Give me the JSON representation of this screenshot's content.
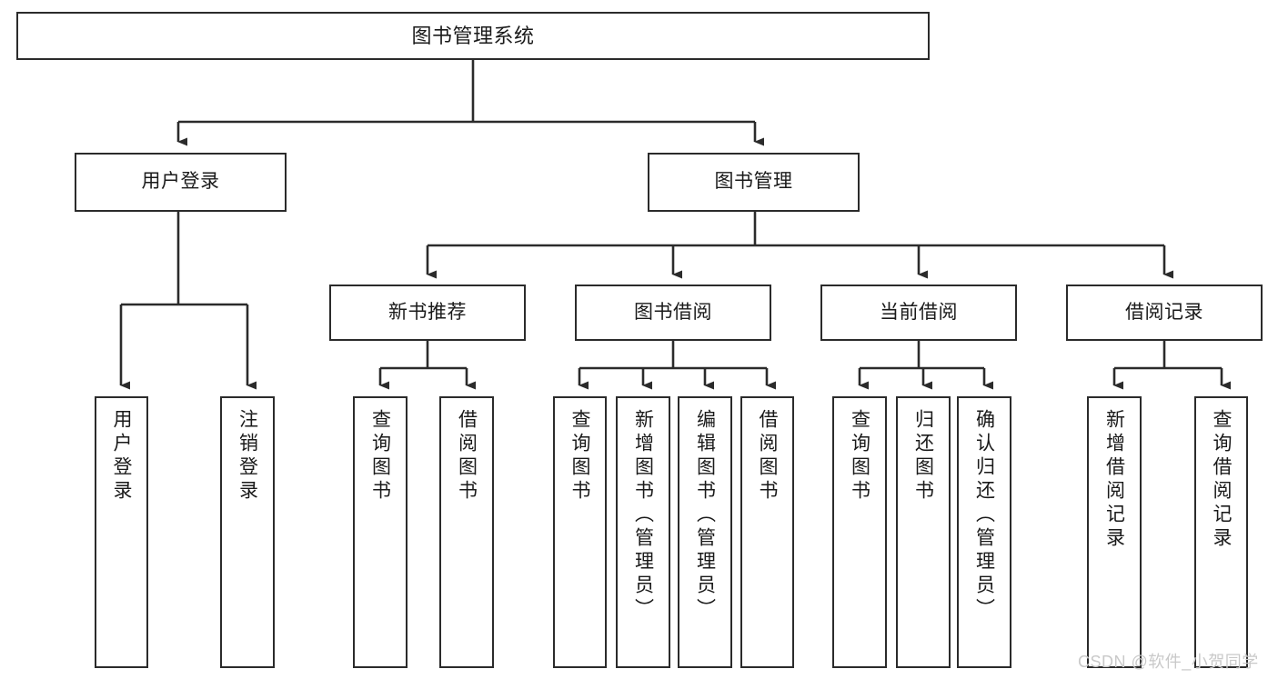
{
  "diagram": {
    "title": "图书管理系统",
    "type": "tree-hierarchy",
    "root": {
      "label": "图书管理系统"
    },
    "level2": [
      {
        "label": "用户登录"
      },
      {
        "label": "图书管理"
      }
    ],
    "level3": [
      {
        "label": "新书推荐"
      },
      {
        "label": "图书借阅"
      },
      {
        "label": "当前借阅"
      },
      {
        "label": "借阅记录"
      }
    ],
    "leaves": {
      "user_login": [
        {
          "label": "用户登录"
        },
        {
          "label": "注销登录"
        }
      ],
      "new_book_recommend": [
        {
          "label": "查询图书"
        },
        {
          "label": "借阅图书"
        }
      ],
      "book_borrow": [
        {
          "label": "查询图书"
        },
        {
          "label": "新增图书（管理员）"
        },
        {
          "label": "编辑图书（管理员）"
        },
        {
          "label": "借阅图书"
        }
      ],
      "current_borrow": [
        {
          "label": "查询图书"
        },
        {
          "label": "归还图书"
        },
        {
          "label": "确认归还（管理员）"
        }
      ],
      "borrow_record": [
        {
          "label": "新增借阅记录"
        },
        {
          "label": "查询借阅记录"
        }
      ]
    }
  },
  "watermark": {
    "text": "CSDN @软件_小贺同学"
  },
  "colors": {
    "box_border": "#2b2b2b",
    "box_fill": "#ffffff",
    "connector": "#2b2b2b",
    "text": "#1a1a1a",
    "watermark": "#c9c9c9"
  }
}
